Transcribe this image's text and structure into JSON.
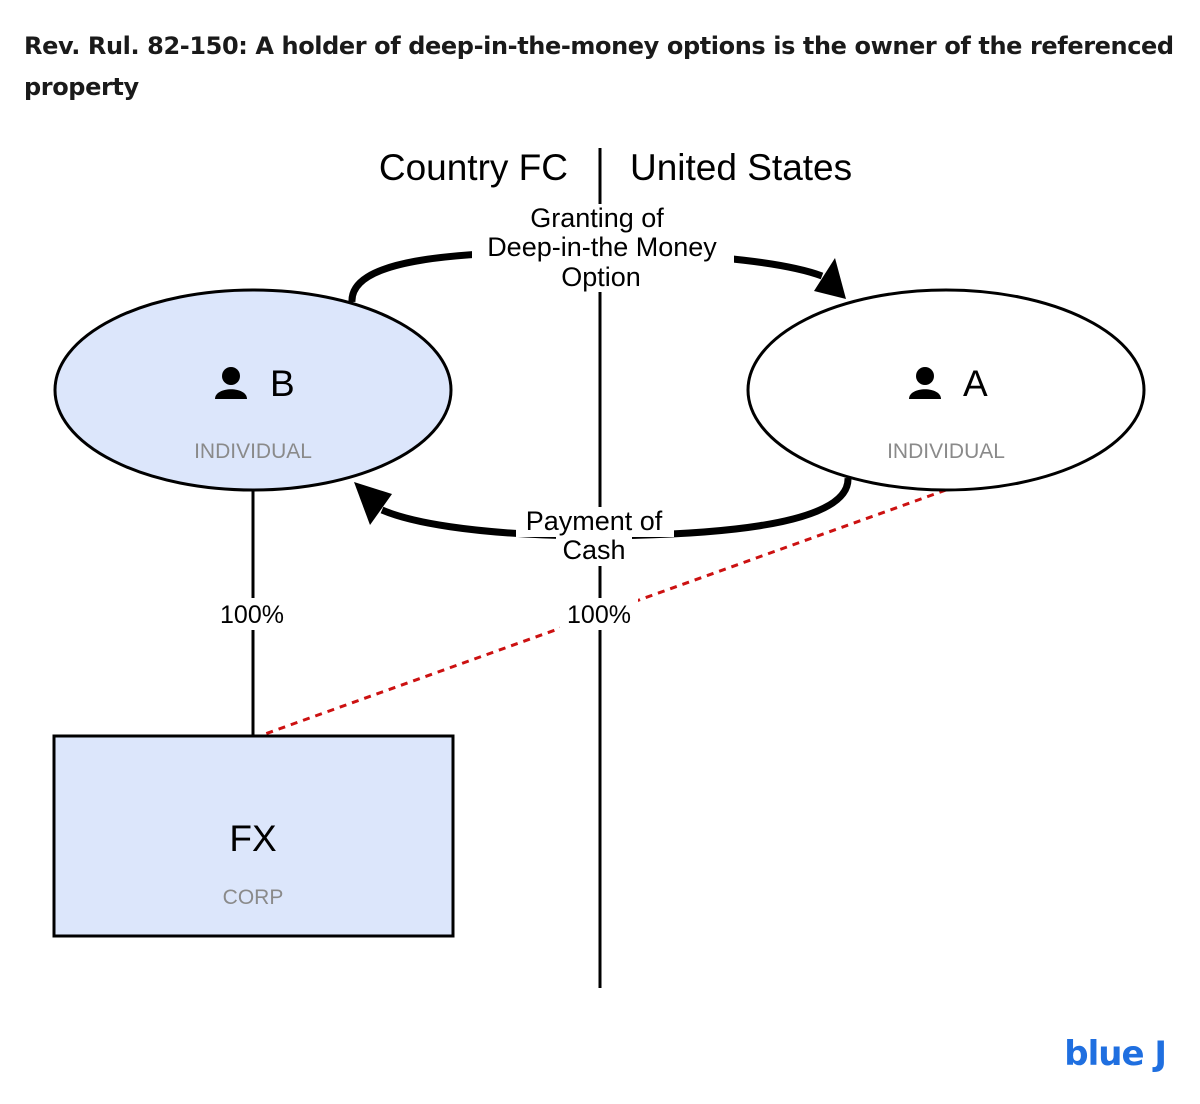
{
  "title": "Rev. Rul. 82-150: A holder of deep-in-the-money options is the owner of the referenced property",
  "jurisdictions": {
    "left": "Country FC",
    "right": "United States"
  },
  "nodes": {
    "b": {
      "name": "B",
      "type": "INDIVIDUAL",
      "icon": "person-icon",
      "fill": "#dce6fb"
    },
    "a": {
      "name": "A",
      "type": "INDIVIDUAL",
      "icon": "person-icon",
      "fill": "#ffffff"
    },
    "fx": {
      "name": "FX",
      "type": "CORP",
      "fill": "#dce6fb"
    }
  },
  "edges": {
    "option": {
      "line1": "Granting of",
      "line2": "Deep-in-the Money",
      "line3": "Option"
    },
    "cash": {
      "line1": "Payment of",
      "line2": "Cash"
    },
    "b_fx": {
      "label": "100%"
    },
    "a_fx": {
      "label": "100%",
      "color": "#cc1111"
    }
  },
  "logo": "blue J"
}
